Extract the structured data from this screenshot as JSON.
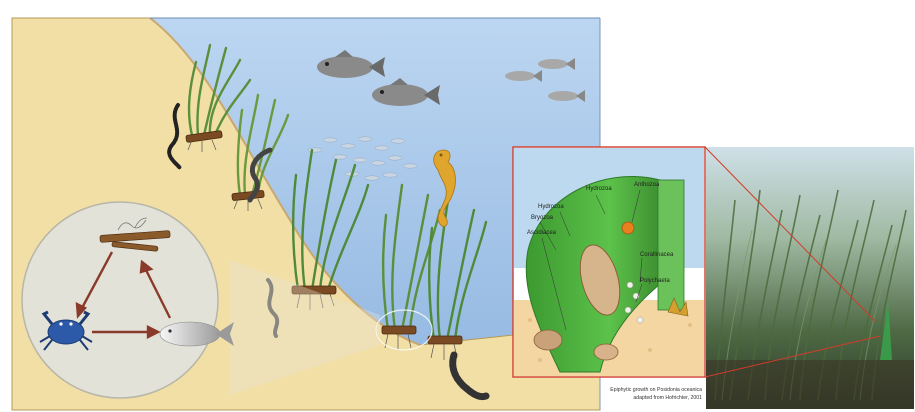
{
  "inset": {
    "labels": {
      "hydrozoa": "Hydrozoa",
      "hydrozoa_top": "Hydrozoa",
      "anthozoa": "Anthozoa",
      "bryozoa": "Bryozoa",
      "ascidiacea": "Ascidiacea",
      "corallinacea": "Corallinacea",
      "polychaeta": "Polychaeta"
    },
    "caption_line1": "Epiphytic growth on Posidonia oceanica",
    "caption_line2": "adapted from Hofrichter, 2001"
  },
  "colors": {
    "water": "#a9c9ec",
    "sand": "#f2dfa6",
    "seagrass": "#5c8f3c",
    "inset_border": "#d23b2a",
    "leaf_green": "#48b33c"
  },
  "icons": [
    "fish-icon",
    "crab-icon",
    "seahorse-icon",
    "worm-icon",
    "rhizome-icon",
    "arrow-icon"
  ]
}
